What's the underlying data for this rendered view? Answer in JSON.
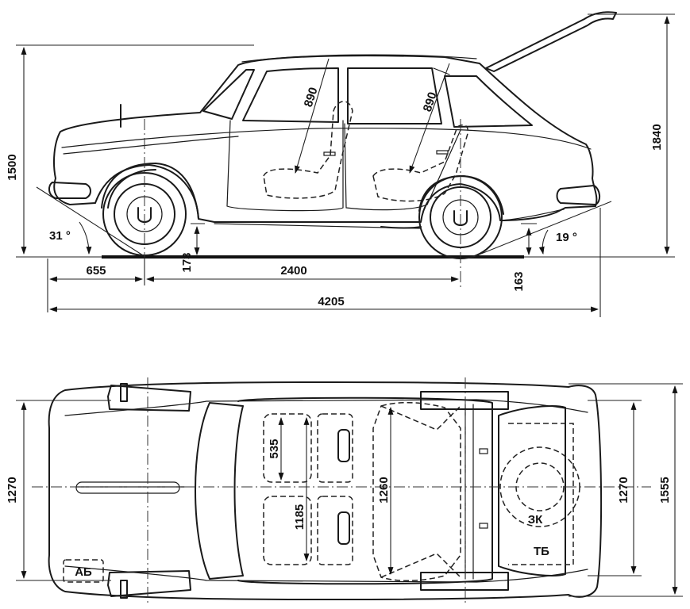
{
  "side_view": {
    "length_overall": "4205",
    "wheelbase": "2400",
    "front_overhang": "655",
    "height": "1500",
    "height_tailgate_open": "1840",
    "front_clearance": "173",
    "rear_clearance": "163",
    "approach_angle": "31 °",
    "departure_angle": "19 °",
    "front_seat_reach": "890",
    "rear_seat_reach": "890"
  },
  "top_view": {
    "front_track": "1270",
    "rear_track": "1270",
    "overall_width": "1555",
    "inner_width": "1260",
    "seat_depth": "535",
    "seat_width": "1185",
    "battery_label": "АБ",
    "spare_wheel_label": "ЗК",
    "fuel_tank_label": "ТБ"
  }
}
